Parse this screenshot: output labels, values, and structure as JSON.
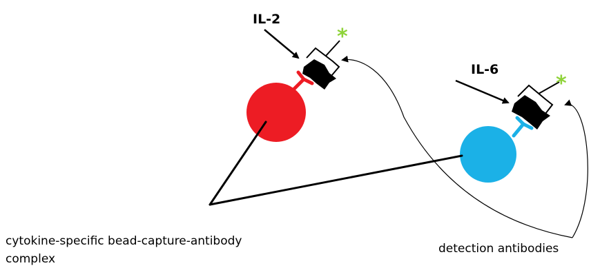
{
  "labels": {
    "il2": "IL-2",
    "il6": "IL-6",
    "bead_complex": [
      "cytokine-specific bead-capture-antibody",
      "complex"
    ],
    "detection": "detection antibodies",
    "fluor_marker": "*"
  },
  "colors": {
    "bead_red": "#ed1c24",
    "bead_blue": "#1bb1e7",
    "fluor_green": "#8fd33a",
    "ink": "#000000"
  }
}
